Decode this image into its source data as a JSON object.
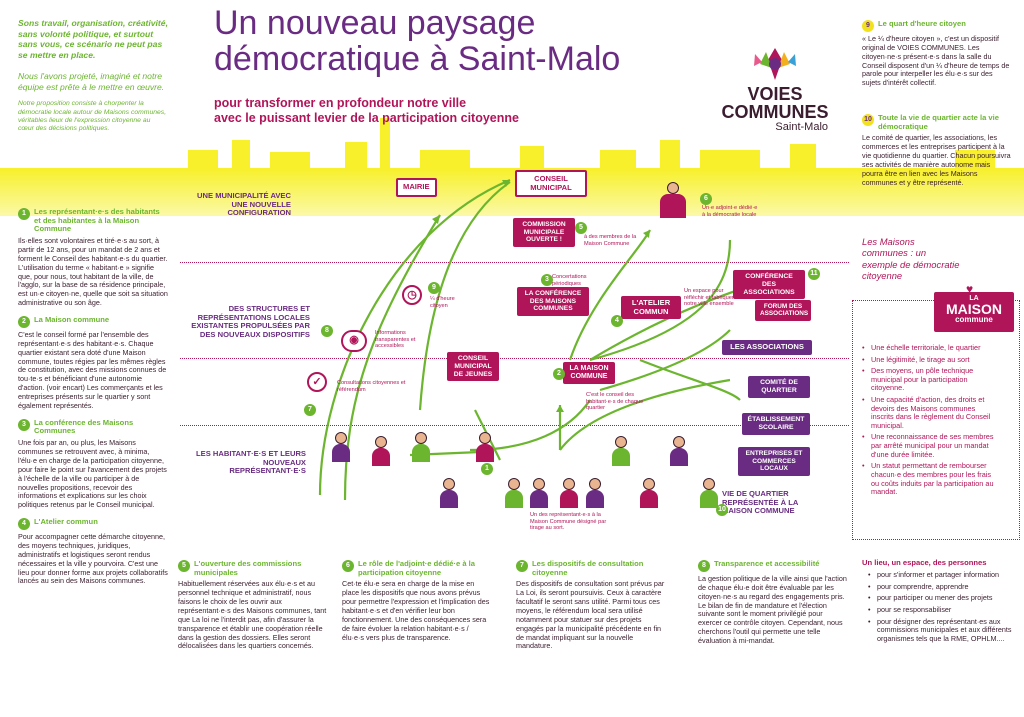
{
  "header": {
    "title_l1": "Un nouveau paysage",
    "title_l2": "démocratique à Saint-Malo",
    "subtitle_l1": "pour transformer en profondeur notre ville",
    "subtitle_l2": "avec le puissant levier de la participation citoyenne"
  },
  "logo": {
    "l1": "VOIES",
    "l2": "COMMUNES",
    "l3": "Saint-Malo"
  },
  "intro": {
    "p1": "Sons travail, organisation, créativité, sans volonté politique, et surtout sans vous, ce scénario ne peut pas se mettre en place.",
    "p2": "Nous l'avons projeté, imaginé et notre équipe est prête à le mettre en œuvre.",
    "p3": "Notre proposition consiste à chorpenter la démocratie locale autour de Maisons communes, véritables lieux de l'expression citoyenne au cœur des décisions politiques."
  },
  "left": [
    {
      "n": "1",
      "title": "Les représentant·e·s des habitants et des habitantes à la Maison Commune",
      "text": "Ils·elles sont volontaires et tiré·e·s au sort, à partir de 12 ans, pour un mandat de 2 ans et forment le Conseil des habitant·e·s du quartier. L'utilisation du terme « habitant·e » signifie que, pour nous, tout habitant de la ville, de l'agglo, sur la base de sa résidence principale, est un·e citoyen·ne, quelle que soit sa situation administrative ou son âge."
    },
    {
      "n": "2",
      "title": "La Maison commune",
      "text": "C'est le conseil formé par l'ensemble des représentant·e·s des habitant·e·s. Chaque quartier existant sera doté d'une Maison commune, toutes régies par les mêmes règles de constitution, avec des missions connues de tou·te·s et bénéficiant d'une autonomie d'action. (voir encart) Les commerçants et les entreprises présents sur le quartier y sont également représentés."
    },
    {
      "n": "3",
      "title": "La conférence des Maisons Communes",
      "text": "Une fois par an, ou plus, les Maisons communes se retrouvent avec, à minima, l'élu·e en charge de la participation citoyenne, pour faire le point sur l'avancement des projets à l'échelle de la ville ou participer à de nouvelles propositions, recevoir des informations et explications sur les choix politiques retenus par le Conseil municipal."
    },
    {
      "n": "4",
      "title": "L'Atelier commun",
      "text": "Pour accompagner cette démarche citoyenne, des moyens techniques, juridiques, administratifs et logistiques seront rendus nécessaires et la ville y pourvoira. C'est une lieu pour donner forme aux projets collaboratifs lancés au sein des Maisons communes."
    }
  ],
  "bottom": [
    {
      "n": "5",
      "title": "L'ouverture des commissions municipales",
      "text": "Habituellement réservées aux élu·e·s et au personnel technique et administratif, nous faisons le choix de les ouvrir aux représentant·e·s des Maisons communes, tant que La loi ne l'interdit pas, afin d'assurer la transparence et établir une coopération réelle dans la gestion des dossiers. Elles seront délocalisées dans les quartiers concernés."
    },
    {
      "n": "6",
      "title": "Le rôle de l'adjoint·e dédié·e à la participation citoyenne",
      "text": "Cet·te élu·e sera en charge de la mise en place les dispositifs que nous avons prévus pour permettre l'expression et l'implication des habitant·e·s et d'en vérifier leur bon fonctionnement. Une des conséquences sera de faire évoluer la relation habitant·e·s / élu·e·s vers plus de transparence."
    },
    {
      "n": "7",
      "title": "Les dispositifs de consultation citoyenne",
      "text": "Des dispositifs de consultation sont prévus par La Loi, ils seront poursuivis. Ceux à caractère facultatif le seront sans utilité. Parmi tous ces moyens, le référendum local sera utilisé notamment pour statuer sur des projets engagés par la municipalité précédente en fin de mandat impliquant sur la nouvelle mandature."
    },
    {
      "n": "8",
      "title": "Transparence et accessibilité",
      "text": "La gestion politique de la ville ainsi que l'action de chaque élu·e doit être évaluable par les citoyen·ne·s au regard des engagements pris. Le bilan de fin de mandature et l'élection suivante sont le moment privilégié pour exercer ce contrôle citoyen. Cependant, nous cherchons l'outil qui permette une telle évaluation à mi-mandat."
    }
  ],
  "right": {
    "s9": {
      "n": "9",
      "title": "Le quart d'heure citoyen",
      "text": "« Le ¼ d'heure citoyen », c'est un dispositif original de VOIES COMMUNES. Les citoyen·ne·s présent·e·s dans la salle du Conseil disposent d'un ¼ d'heure de temps de parole pour interpeller les élu·e·s sur des sujets d'intérêt collectif."
    },
    "s10": {
      "n": "10",
      "title": "Toute la vie de quartier acte la vie démocratique",
      "text": "Le comité de quartier, les associations, les commerces et les entreprises participent à la vie quotidienne du quartier. Chacun poursuivra ses activités de manière autonome mais pourra être en lien avec les Maisons communes et y être représenté."
    },
    "maison_intro": "Les Maisons communes : un exemple de démocratie citoyenne",
    "maison_badge_1": "LA",
    "maison_badge_2": "Maison",
    "maison_badge_3": "commune",
    "maison_items": [
      "Une échelle territoriale, le quartier",
      "Une légitimité, le tirage au sort",
      "Des moyens, un pôle technique municipal pour la participation citoyenne.",
      "Une capacité d'action, des droits et devoirs des Maisons communes inscrits dans le règlement du Conseil municipal.",
      "Une reconnaissance de ses membres par arrêté municipal pour un mandat d'une durée limitée.",
      "Un statut permettant de rembourser chacun·e des membres pour les frais ou coûts induits par la participation au mandat."
    ],
    "lieu_title": "Un lieu, un espace, des personnes",
    "lieu_items": [
      "pour s'informer et partager information",
      "pour comprendre, apprendre",
      "pour participer ou mener des projets",
      "pour se responsabiliser",
      "pour désigner des représentant·es aux commissions municipales et aux différents organismes tels que la RME, OPHLM...."
    ]
  },
  "diagram": {
    "row1_label": "UNE MUNICIPALITÉ AVEC UNE NOUVELLE CONFIGURATION",
    "row2_label": "DES STRUCTURES ET REPRÉSENTATIONS LOCALES EXISTANTES PROPULSÉES PAR DES NOUVEAUX DISPOSITIFS",
    "row3_label": "LES HABITANT·E·S ET LEURS NOUVEAUX REPRÉSENTANT·E·S",
    "mairie": "MAIRIE",
    "conseil": "CONSEIL MUNICIPAL",
    "commission": "commission MUNICIPALE ouverte !",
    "commission_note": "à des membres de la Maison Commune",
    "adjoint_note": "Un·e adjoint·e dédié·e à la démocratie locale",
    "quart_note": "¼ d'heure citoyen",
    "info_note": "Informations transparentes et accessibles",
    "consult_note": "Consultations citoyennes et référendum",
    "conseil_jeunes": "Conseil municipal DE JEUNES",
    "concert_note": "Concertations périodiques",
    "conference_mc": "LA CONFÉRENCE DES MAISONS communes",
    "atelier": "L'ATELIER commun",
    "atelier_note": "Un espace pour réfléchir et fabriquer notre ville ensemble",
    "conf_assoc": "Conférence DES ASSOCIATIONS",
    "forum_assoc": "FORUM DES associations",
    "maison_c": "LA MAISON commune",
    "maison_note": "C'est le conseil des habitant·e·s de chaque quartier",
    "assoc": "LES ASSOCIATIONS",
    "comite": "Comité de QUARTIER",
    "etab": "Établissement SCOLAIRE",
    "entreprises": "Entreprises et COMMERCES LOCAUX",
    "vie_quartier": "VIE DE QUARTIER REPRÉSENTÉE À LA MAISON COMMUNE",
    "reps_note": "Un des représentant·e·s à la Maison Commune désigné par tirage au sort.",
    "nums": [
      "1",
      "2",
      "3",
      "4",
      "5",
      "6",
      "7",
      "8",
      "9",
      "10",
      "11"
    ]
  },
  "colors": {
    "green": "#6cb52f",
    "magenta": "#b0155a",
    "purple": "#6a2c82",
    "yellow": "#f7f02a"
  }
}
